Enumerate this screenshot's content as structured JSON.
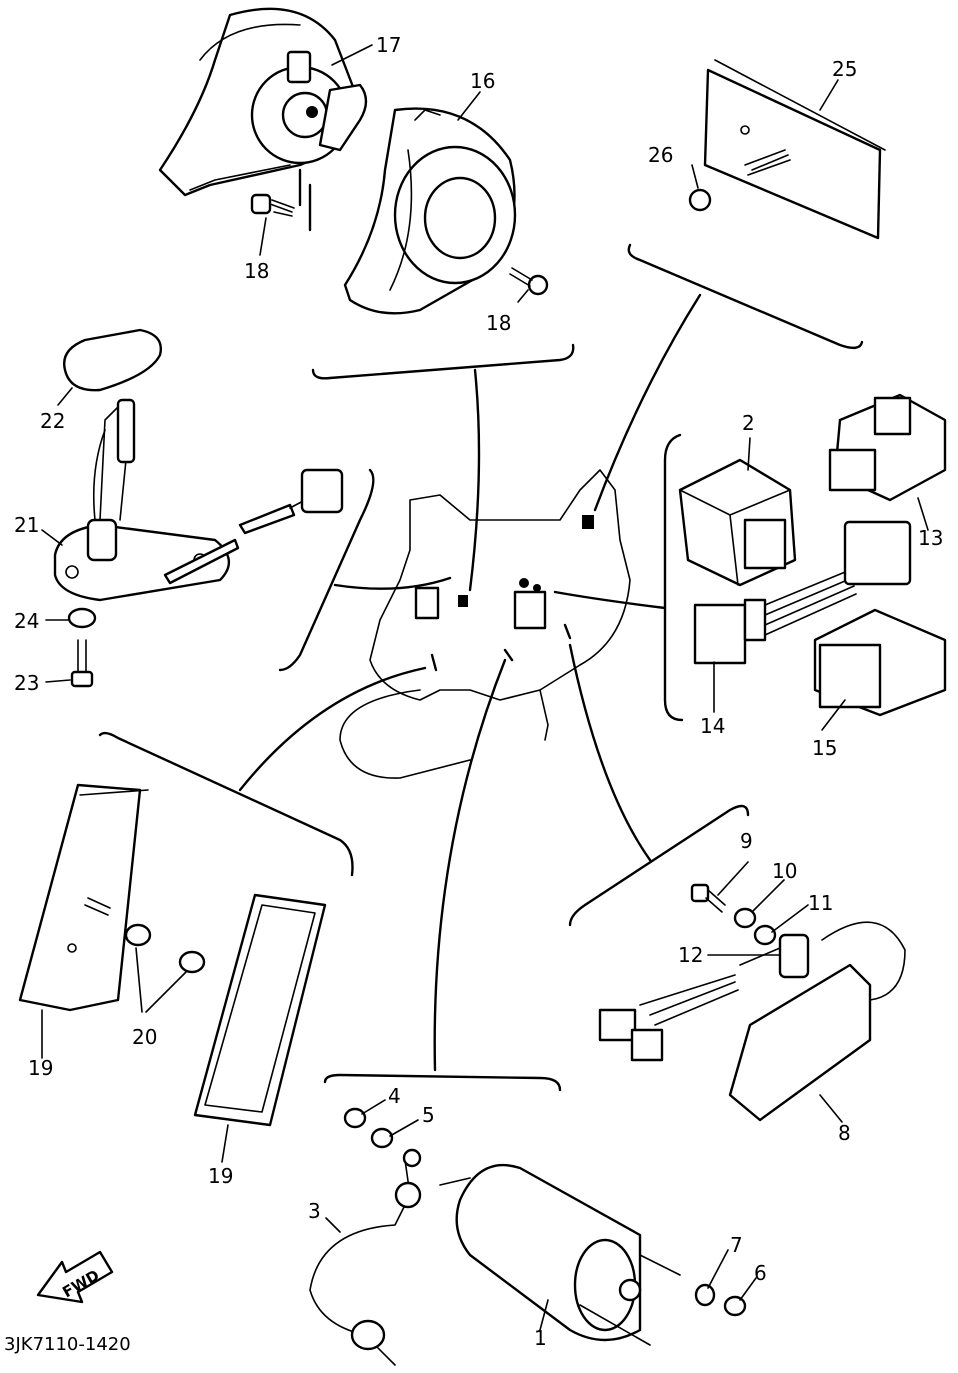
{
  "callouts": {
    "p1": "1",
    "p2": "2",
    "p3": "3",
    "p4": "4",
    "p5": "5",
    "p6": "6",
    "p7": "7",
    "p8": "8",
    "p9": "9",
    "p10": "10",
    "p11": "11",
    "p12": "12",
    "p13": "13",
    "p14": "14",
    "p15": "15",
    "p16": "16",
    "p17": "17",
    "p18a": "18",
    "p18b": "18",
    "p19a": "19",
    "p19b": "19",
    "p20": "20",
    "p21": "21",
    "p22": "22",
    "p23": "23",
    "p24": "24",
    "p25": "25",
    "p26": "26"
  },
  "fwd_label": "FWD",
  "drawing_code": "3JK7110-1420"
}
